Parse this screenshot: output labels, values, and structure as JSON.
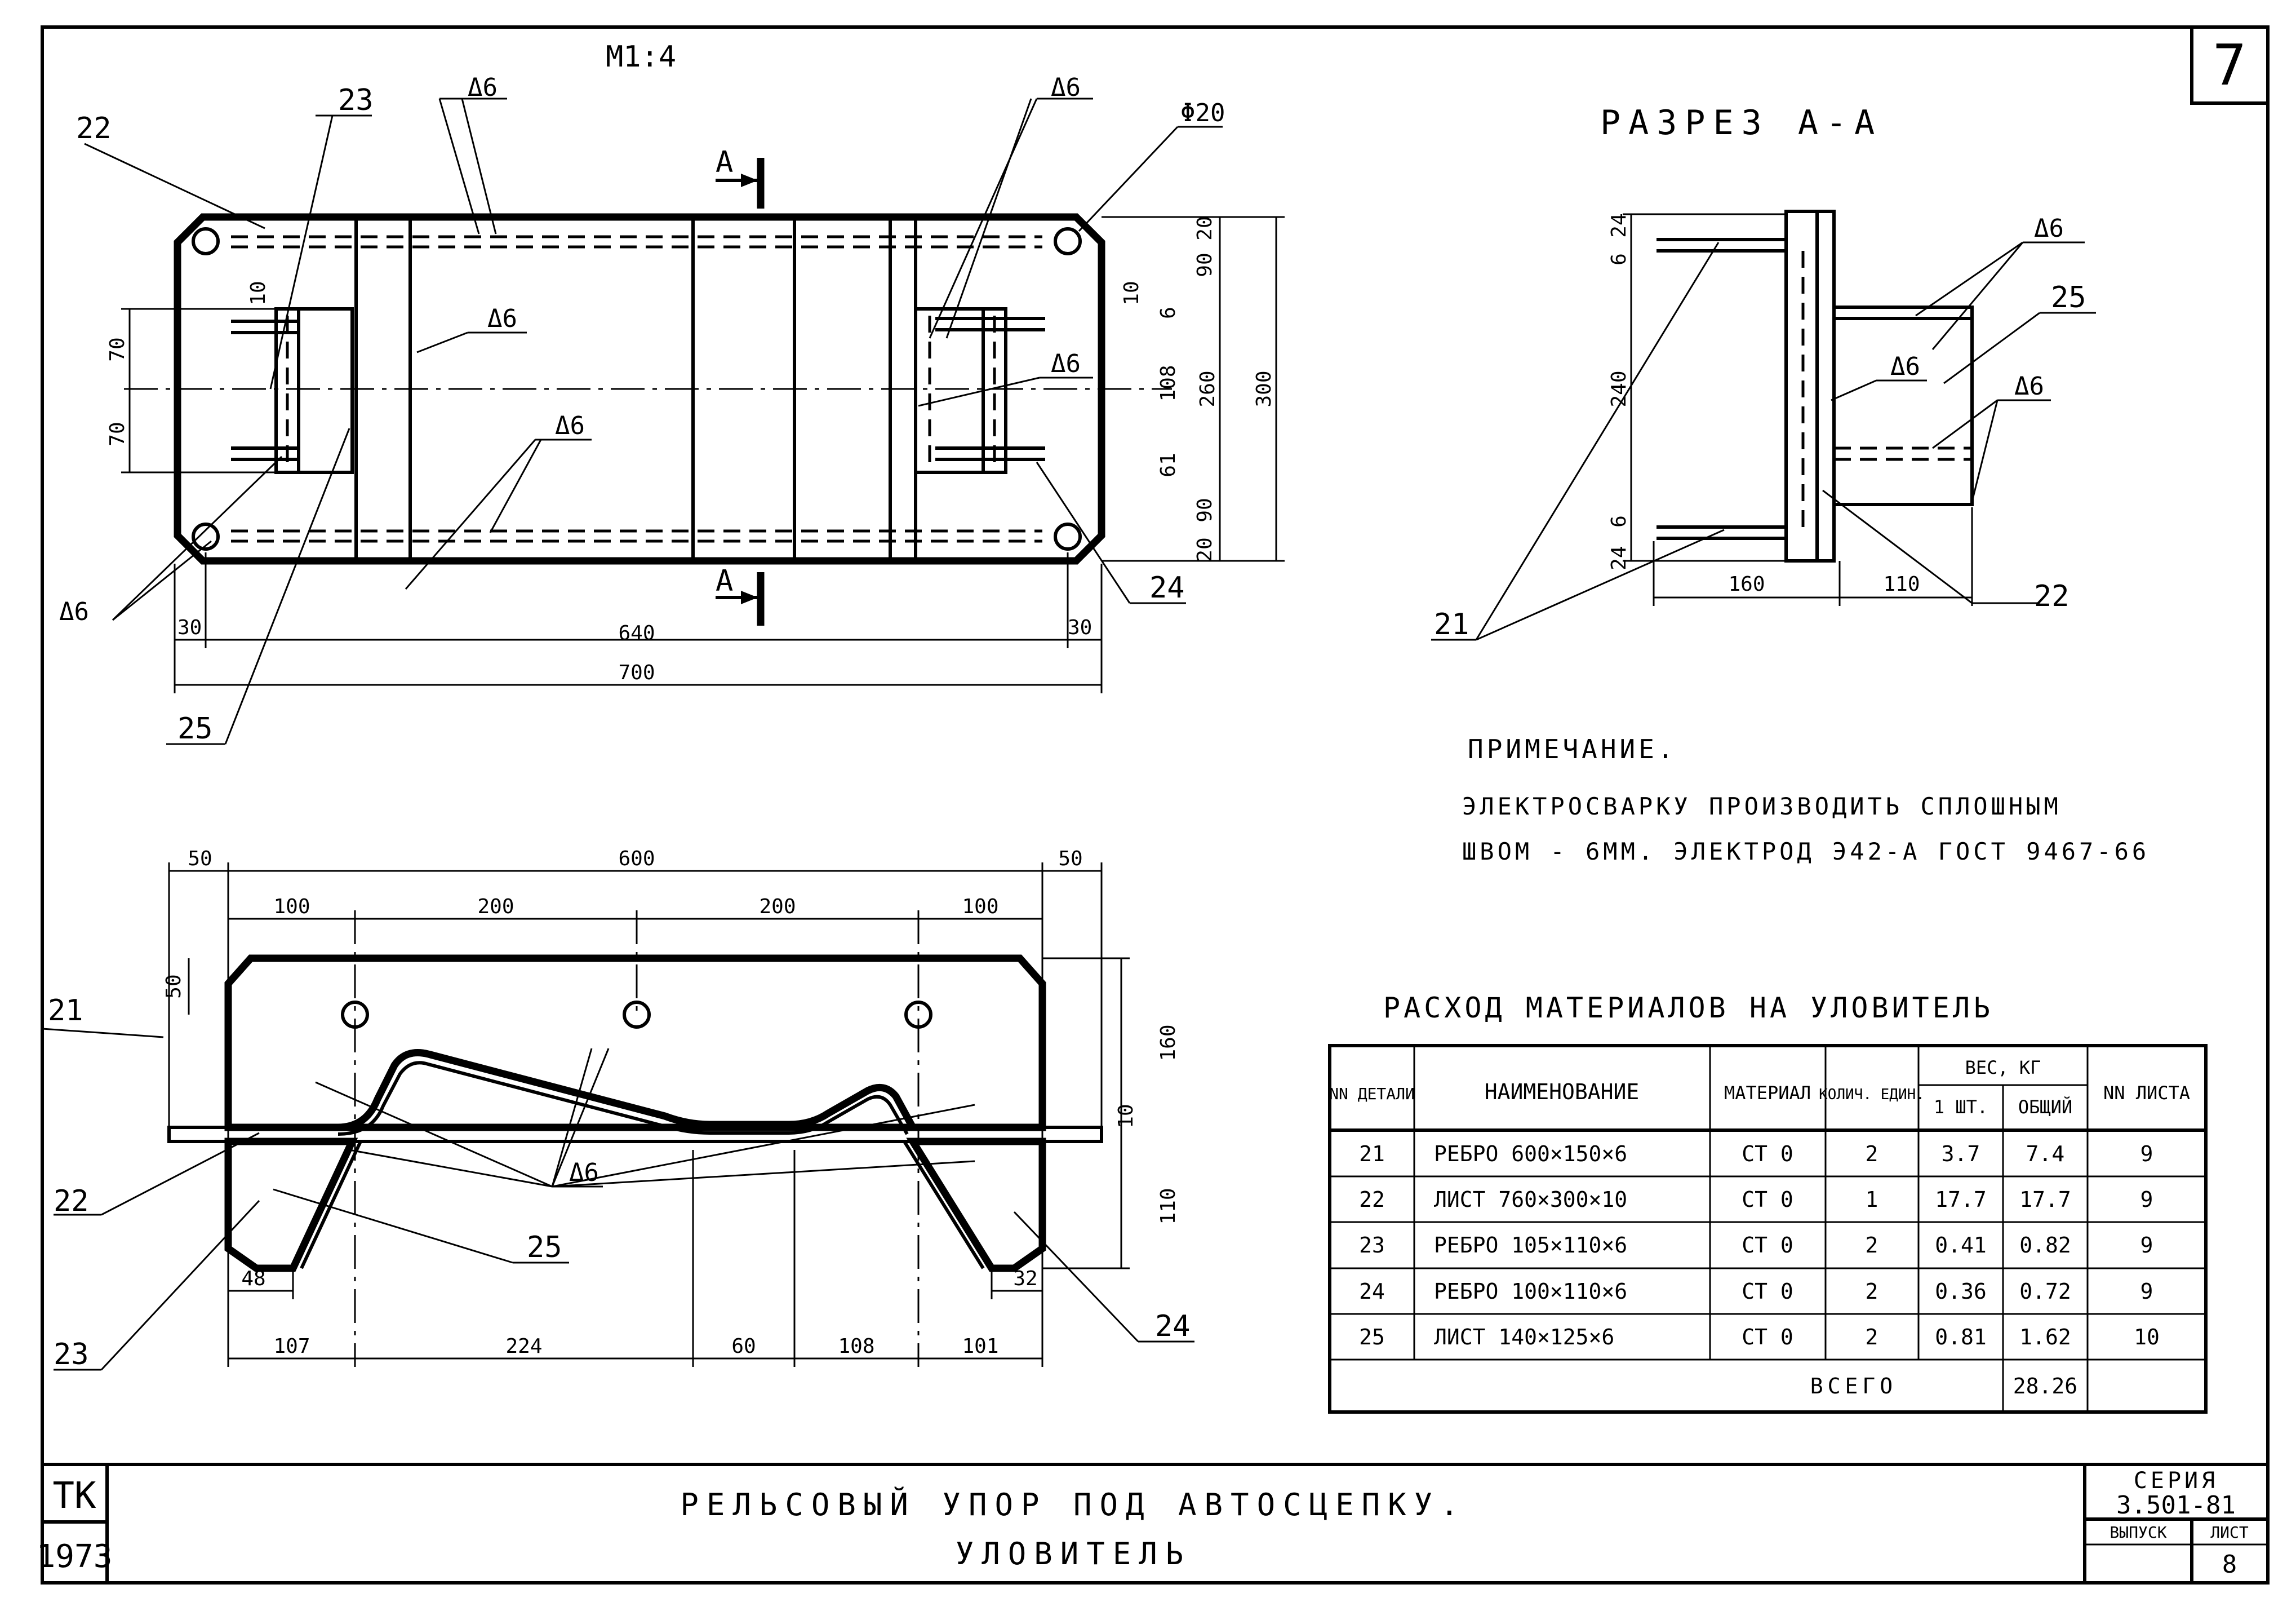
{
  "sheet_number": "7",
  "scale": "M1:4",
  "section_title": "РАЗРЕЗ А-А",
  "section_mark": "А",
  "weld": "Δ6",
  "hole": "Φ20",
  "parts": [
    "21",
    "22",
    "23",
    "24",
    "25"
  ],
  "plan_dims": {
    "d640": "640",
    "d700": "700",
    "d30a": "30",
    "d30b": "30",
    "d70a": "70",
    "d70b": "70",
    "d10a": "10",
    "d10b": "10",
    "d20a": "20",
    "d90a": "90",
    "d6a": "6",
    "d108": "108",
    "d61": "61",
    "d90b": "90",
    "d20b": "20",
    "d260": "260",
    "d300": "300"
  },
  "section_dims": {
    "d24a": "24",
    "d6a": "6",
    "d240": "240",
    "d6b": "6",
    "d24b": "24",
    "d160": "160",
    "d110": "110"
  },
  "elev_dims": {
    "d50a": "50",
    "d600": "600",
    "d50b": "50",
    "d100a": "100",
    "d200a": "200",
    "d200b": "200",
    "d100b": "100",
    "d50c": "50",
    "d160": "160",
    "d10": "10",
    "d110": "110",
    "d48": "48",
    "d32": "32",
    "d107": "107",
    "d224": "224",
    "d60": "60",
    "d108": "108",
    "d101": "101"
  },
  "note": {
    "title": "ПРИМЕЧАНИЕ.",
    "line1": "ЭЛЕКТРОСВАРКУ ПРОИЗВОДИТЬ СПЛОШНЫМ",
    "line2": "ШВОМ - 6ММ. ЭЛЕКТРОД Э42-А ГОСТ 9467-66"
  },
  "materials": {
    "title": "РАСХОД МАТЕРИАЛОВ НА УЛОВИТЕЛЬ",
    "headers": {
      "nn": "NN ДЕТАЛИ",
      "name": "НАИМЕНОВАНИЕ",
      "material": "МАТЕРИАЛ",
      "qty": "КОЛИЧ. ЕДИН.",
      "weight": "ВЕС, КГ",
      "w1": "1 ШТ.",
      "wt": "ОБЩИЙ",
      "sheet": "NN ЛИСТА"
    },
    "rows": [
      {
        "nn": "21",
        "name": "РЕБРО 600×150×6",
        "material": "СТ 0",
        "qty": "2",
        "w1": "3.7",
        "wt": "7.4",
        "sheet": "9"
      },
      {
        "nn": "22",
        "name": "ЛИСТ 760×300×10",
        "material": "СТ 0",
        "qty": "1",
        "w1": "17.7",
        "wt": "17.7",
        "sheet": "9"
      },
      {
        "nn": "23",
        "name": "РЕБРО 105×110×6",
        "material": "СТ 0",
        "qty": "2",
        "w1": "0.41",
        "wt": "0.82",
        "sheet": "9"
      },
      {
        "nn": "24",
        "name": "РЕБРО 100×110×6",
        "material": "СТ 0",
        "qty": "2",
        "w1": "0.36",
        "wt": "0.72",
        "sheet": "9"
      },
      {
        "nn": "25",
        "name": "ЛИСТ 140×125×6",
        "material": "СТ 0",
        "qty": "2",
        "w1": "0.81",
        "wt": "1.62",
        "sheet": "10"
      }
    ],
    "total_label": "ВСЕГО",
    "total_value": "28.26"
  },
  "title_block": {
    "code": "ТК",
    "year": "1973",
    "title_line1": "РЕЛЬСОВЫЙ УПОР ПОД АВТОСЦЕПКУ.",
    "title_line2": "УЛОВИТЕЛЬ",
    "series_label": "СЕРИЯ",
    "series_value": "3.501-81",
    "issue_label": "ВЫПУСК",
    "sheet_label": "ЛИСТ",
    "sheet_value": "8"
  }
}
